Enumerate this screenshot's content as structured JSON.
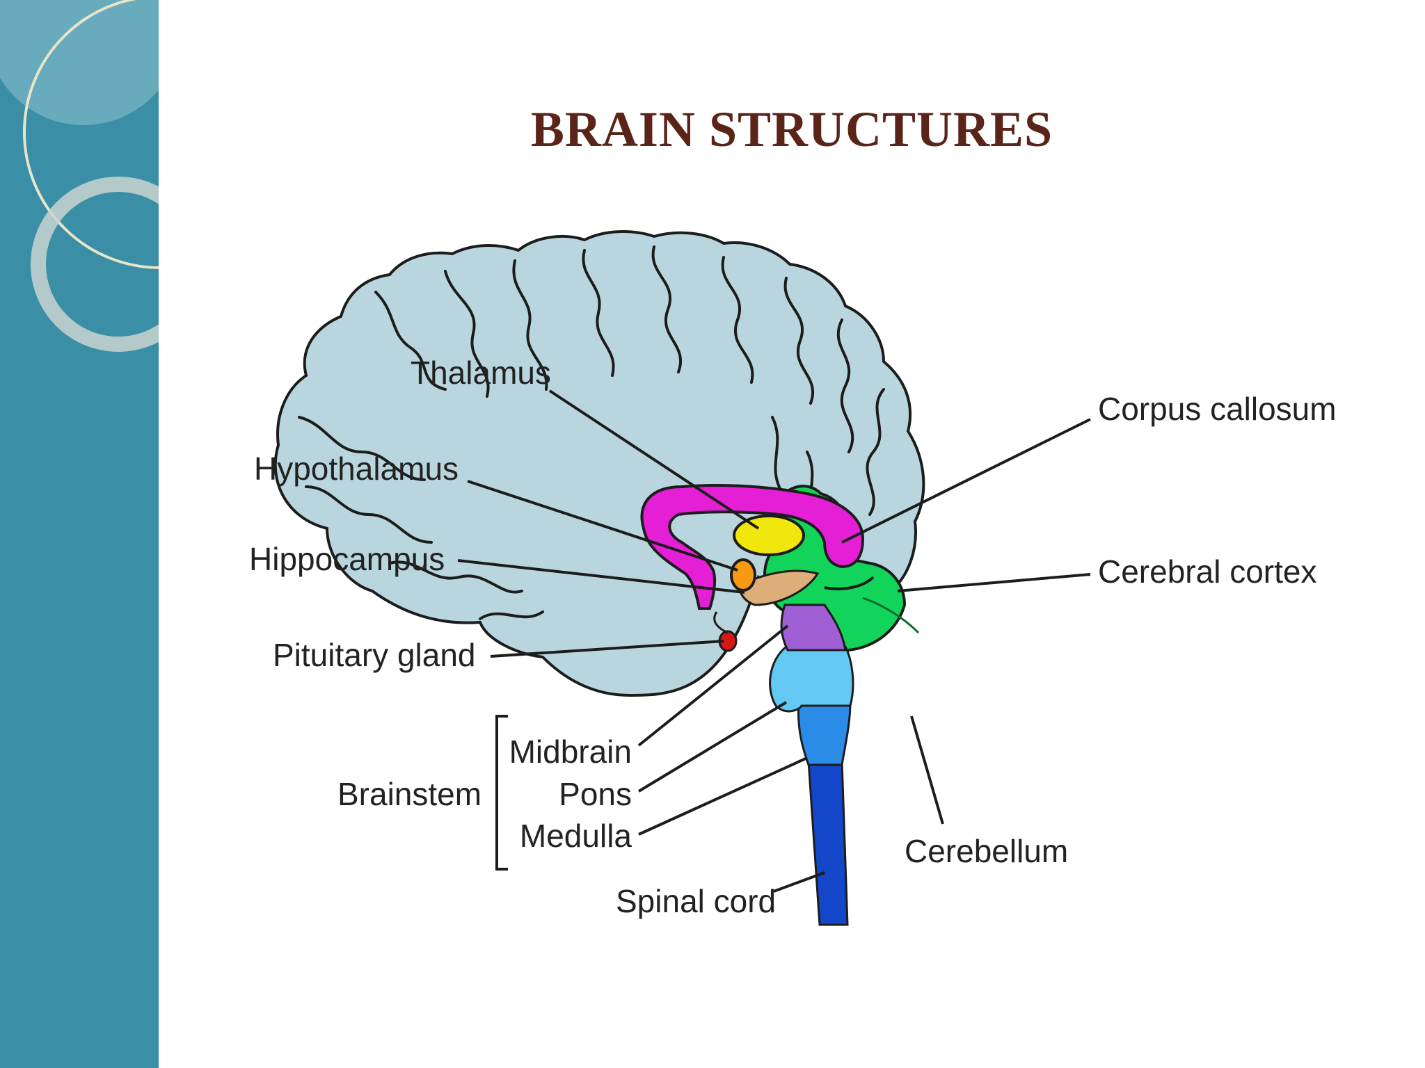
{
  "title": "BRAIN STRUCTURES",
  "labels": {
    "thalamus": "Thalamus",
    "hypothalamus": "Hypothalamus",
    "hippocampus": "Hippocampus",
    "pituitary": "Pituitary gland",
    "brainstem": "Brainstem",
    "midbrain": "Midbrain",
    "pons": "Pons",
    "medulla": "Medulla",
    "spinal_cord": "Spinal cord",
    "corpus_callosum": "Corpus callosum",
    "cerebral_cortex": "Cerebral cortex",
    "cerebellum": "Cerebellum"
  },
  "colors": {
    "sidebar": "#3a8fa6",
    "title": "#5a2418",
    "cortex": "#b9d6df",
    "corpus_callosum": "#e51fd6",
    "thalamus": "#f2e60f",
    "hypothalamus": "#f59a12",
    "pituitary": "#d81818",
    "midbrain": "#a05fd4",
    "pons": "#63c8f2",
    "medulla": "#2a8ce6",
    "spinal_cord": "#1446c9",
    "cerebellum": "#12d45a",
    "hippocampus": "#deae7a"
  }
}
